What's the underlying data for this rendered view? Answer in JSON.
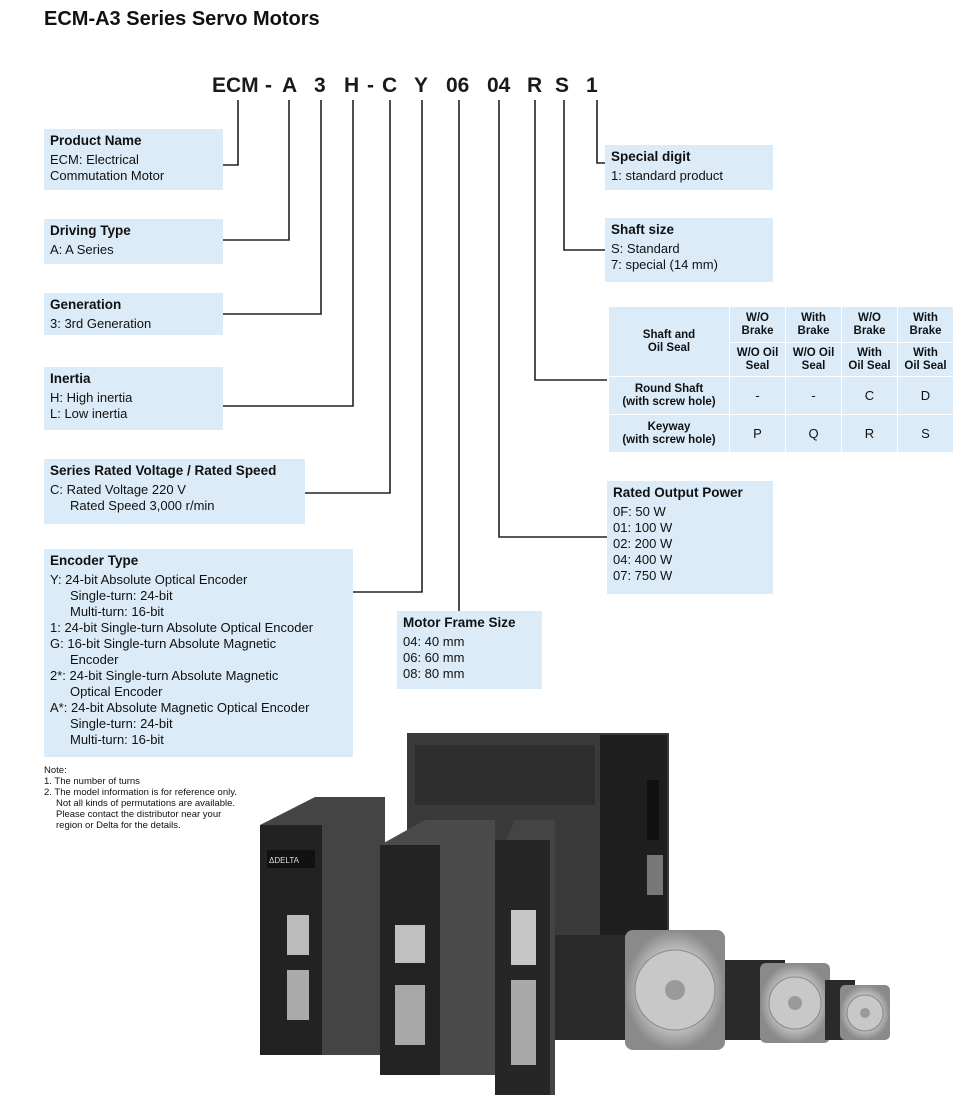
{
  "title": "ECM-A3 Series Servo Motors",
  "model_code": {
    "parts": [
      "ECM",
      "-",
      "A",
      "3",
      "H",
      "-",
      "C",
      "Y",
      "06",
      "04",
      "R",
      "S",
      "1"
    ]
  },
  "product_name": {
    "heading": "Product Name",
    "lines": [
      "ECM: Electrical",
      "Commutation Motor"
    ]
  },
  "driving_type": {
    "heading": "Driving Type",
    "lines": [
      "A: A Series"
    ]
  },
  "generation": {
    "heading": "Generation",
    "lines": [
      "3: 3rd Generation"
    ]
  },
  "inertia": {
    "heading": "Inertia",
    "lines": [
      "H: High inertia",
      "L: Low inertia"
    ]
  },
  "voltage_speed": {
    "heading": "Series Rated Voltage /  Rated Speed",
    "lines": [
      "C: Rated Voltage 220 V",
      "Rated Speed 3,000 r/min"
    ]
  },
  "encoder_type": {
    "heading": "Encoder Type",
    "lines": [
      "Y:  24-bit Absolute Optical Encoder",
      "Single-turn: 24-bit",
      "Multi-turn: 16-bit",
      "1:  24-bit Single-turn Absolute Optical Encoder",
      "G: 16-bit Single-turn Absolute Magnetic",
      "Encoder",
      "2*: 24-bit Single-turn Absolute Magnetic",
      "Optical Encoder",
      "A*: 24-bit Absolute Magnetic Optical Encoder",
      "Single-turn: 24-bit",
      "Multi-turn: 16-bit"
    ]
  },
  "motor_frame": {
    "heading": "Motor Frame Size",
    "lines": [
      "04: 40 mm",
      "06: 60 mm",
      "08: 80 mm"
    ]
  },
  "special_digit": {
    "heading": "Special digit",
    "lines": [
      "1: standard product"
    ]
  },
  "shaft_size": {
    "heading": "Shaft size",
    "lines": [
      "S: Standard",
      "7: special (14 mm)"
    ]
  },
  "shaft_table": {
    "corner": [
      "Shaft and",
      "Oil Seal"
    ],
    "brake_headers": [
      [
        "W/O",
        "Brake"
      ],
      [
        "With",
        "Brake"
      ],
      [
        "W/O",
        "Brake"
      ],
      [
        "With",
        "Brake"
      ]
    ],
    "seal_headers": [
      [
        "W/O Oil",
        "Seal"
      ],
      [
        "W/O Oil",
        "Seal"
      ],
      [
        "With",
        "Oil Seal"
      ],
      [
        "With",
        "Oil Seal"
      ]
    ],
    "rows": [
      {
        "label": [
          "Round Shaft",
          "(with screw hole)"
        ],
        "values": [
          "-",
          "-",
          "C",
          "D"
        ]
      },
      {
        "label": [
          "Keyway",
          "(with screw hole)"
        ],
        "values": [
          "P",
          "Q",
          "R",
          "S"
        ]
      }
    ]
  },
  "rated_power": {
    "heading": "Rated Output Power",
    "lines": [
      "0F: 50 W",
      "01: 100 W",
      "02: 200 W",
      "04: 400 W",
      "07: 750 W"
    ]
  },
  "note": {
    "heading": "Note:",
    "lines": [
      "1. The number of turns",
      "2. The model information is for reference only.",
      "Not all kinds of permutations are available.",
      "Please contact the distributor near your",
      "region or Delta for the details."
    ]
  },
  "colors": {
    "box_bg": "#dbecf8",
    "line": "#222222"
  },
  "product_photo_label": "ΔDELTA"
}
